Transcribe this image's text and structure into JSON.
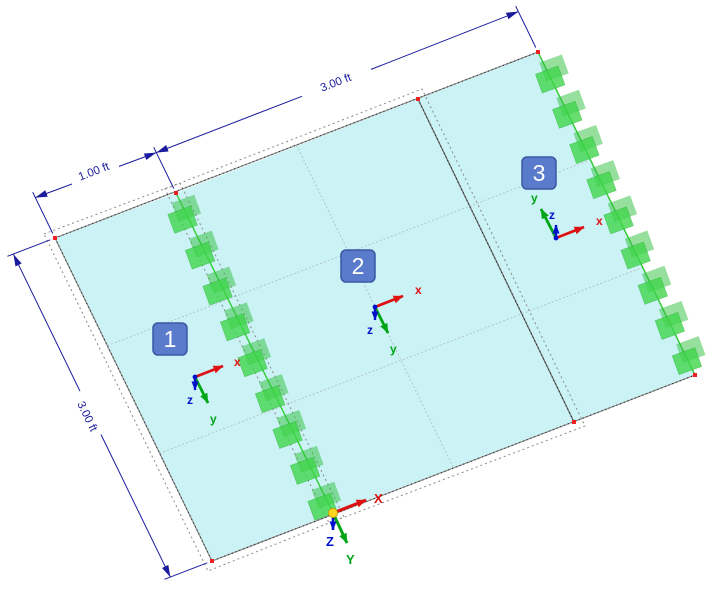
{
  "viewport": {
    "description": "FEA model viewport with 3 plate surfaces, line supports and dimensions",
    "background": "#ffffff",
    "units": "ft"
  },
  "colors": {
    "surface_fill": "#cbf2f4",
    "surface_edge": "#8a8a8a",
    "boundary_dots": "#1a1a1a",
    "grid_line": "#b4c6c6",
    "support_green": "#3ed64a",
    "support_line_green": "#2fd032",
    "dimension_navy": "#1b1b9e",
    "node_red": "#ee2222",
    "origin_yellow": "#ffd520",
    "label_box_fill": "#5a7bcb",
    "label_box_border": "#3a57a5",
    "axis_x_red": "#dd1111",
    "axis_y_green": "#00a517",
    "axis_z_blue": "#0011cc",
    "selection_dash": "#8a8a8a"
  },
  "dimensions": {
    "top_segment_1": {
      "label": "1.00 ft"
    },
    "top_segment_2": {
      "label": "3.00 ft"
    },
    "left_segment": {
      "label": "3.00 ft"
    }
  },
  "surfaces": [
    {
      "id": "1",
      "axis_x": "x",
      "axis_y": "y",
      "axis_z": "z"
    },
    {
      "id": "2",
      "axis_x": "x",
      "axis_y": "y",
      "axis_z": "z"
    },
    {
      "id": "3",
      "axis_x": "x",
      "axis_y": "y",
      "axis_z": "z"
    }
  ],
  "global_axes": {
    "x_label": "X",
    "y_label": "Y",
    "z_label": "Z"
  },
  "supports": {
    "icon": "line-support-block-icon",
    "line_1_block_count": 9,
    "right_edge_block_count": 9
  },
  "nodes": {
    "count": 8,
    "marker": "red-square"
  }
}
